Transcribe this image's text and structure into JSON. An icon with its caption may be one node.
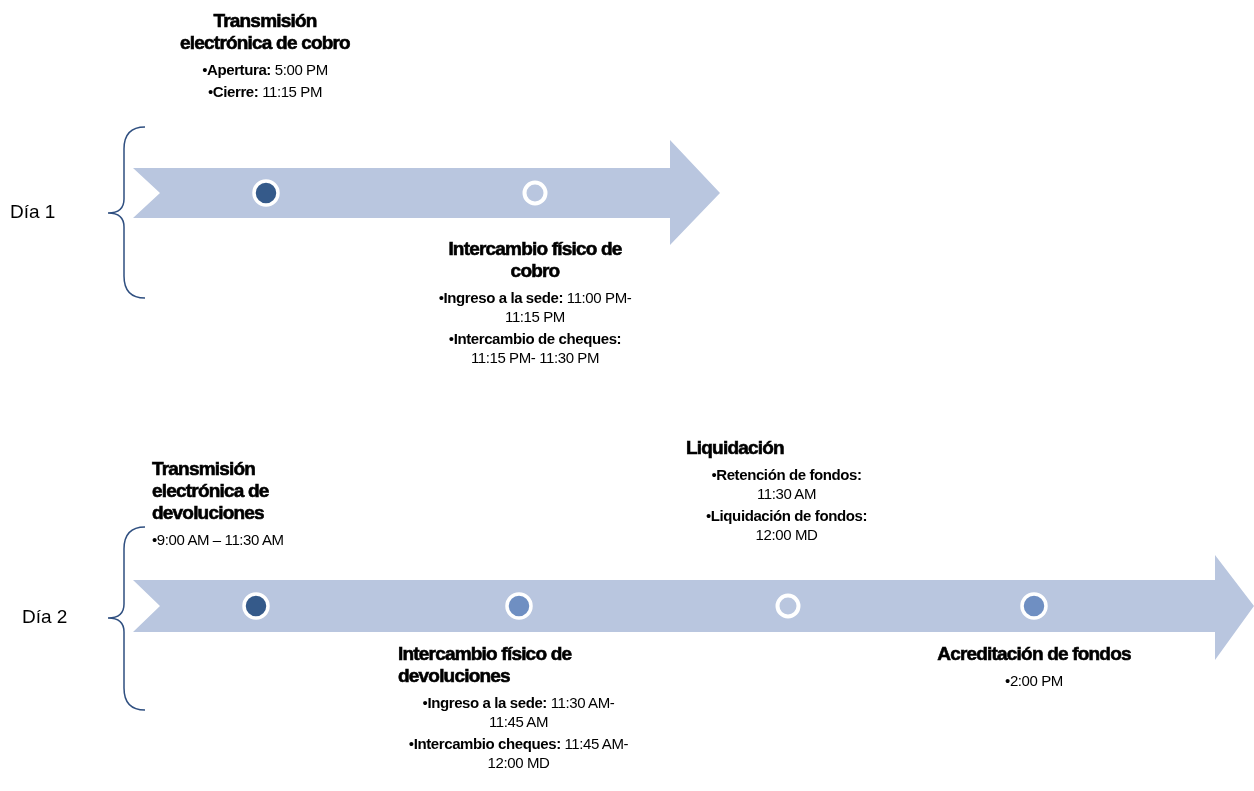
{
  "diagram": {
    "nodes": [
      {
        "text": [
          "Transmisión electrónica de cobro",
          "•**Apertura:** 5:00 PM",
          "•**Cierre:** 11:15 PM"
        ]
      },
      {
        "text": [
          "Intercambio físico de cobro",
          "•**Ingreso a la sede:** 11:00 PM- 11:15 PM",
          "•**Intercambio de cheques:** 11:15 PM- 11:30 PM"
        ]
      },
      {
        "text": [
          "Transmisión electrónica de devoluciones",
          "•9:00 AM – 11:30 AM"
        ]
      },
      {
        "text": [
          "Intercambio físico de devoluciones",
          "•**Ingreso a la sede:** 11:30 AM- 11:45 AM",
          "•**Intercambio cheques:** 11:45 AM-12:00 MD"
        ]
      },
      {
        "text": [
          "Liquidación",
          "•**Retención de fondos:** 11:30 AM",
          "•**Liquidación de fondos:**  12:00 MD"
        ]
      },
      {
        "text": [
          "Acreditación de fondos",
          "•2:00 PM"
        ]
      }
    ],
    "edges": [],
    "labels": [
      "Día 1",
      "Día 2"
    ]
  }
}
